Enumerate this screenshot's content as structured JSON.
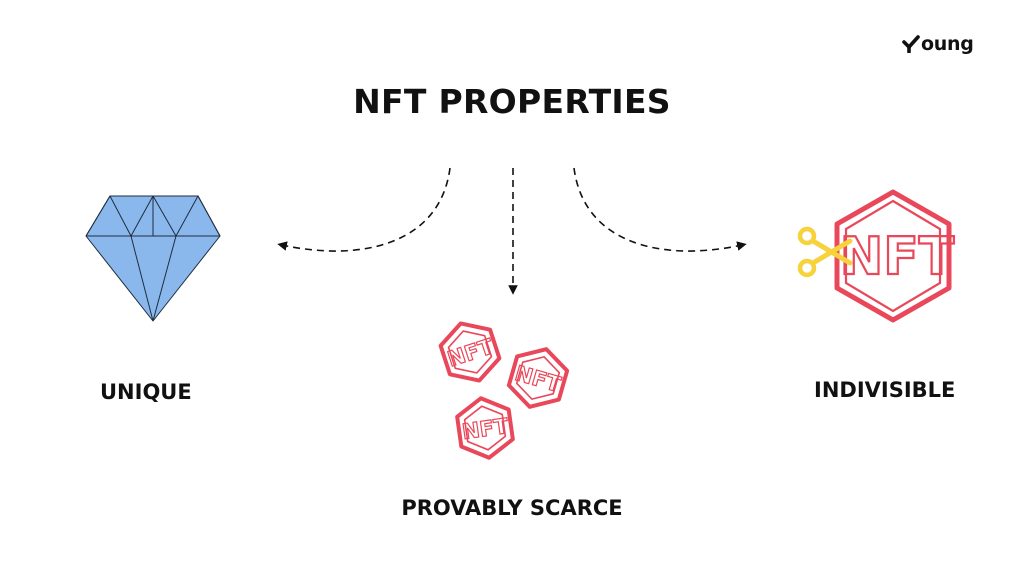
{
  "title": "NFT PROPERTIES",
  "logo": {
    "text": "oung",
    "icon": "checkmark-y-icon"
  },
  "properties": [
    {
      "id": "unique",
      "label": "UNIQUE",
      "icon": "diamond-icon"
    },
    {
      "id": "provably-scarce",
      "label": "PROVABLY SCARCE",
      "icon": "nft-tokens-icon"
    },
    {
      "id": "indivisible",
      "label": "INDIVISIBLE",
      "icon": "nft-scissors-icon"
    }
  ],
  "nft_badge_text": "NFT",
  "colors": {
    "text": "#111111",
    "diamond_fill": "#8BB8EC",
    "diamond_stroke": "#1f2d40",
    "nft_red": "#E8485A",
    "nft_fill": "#FFFFFF",
    "scissors_yellow": "#F7D23A",
    "arrow": "#111111"
  }
}
